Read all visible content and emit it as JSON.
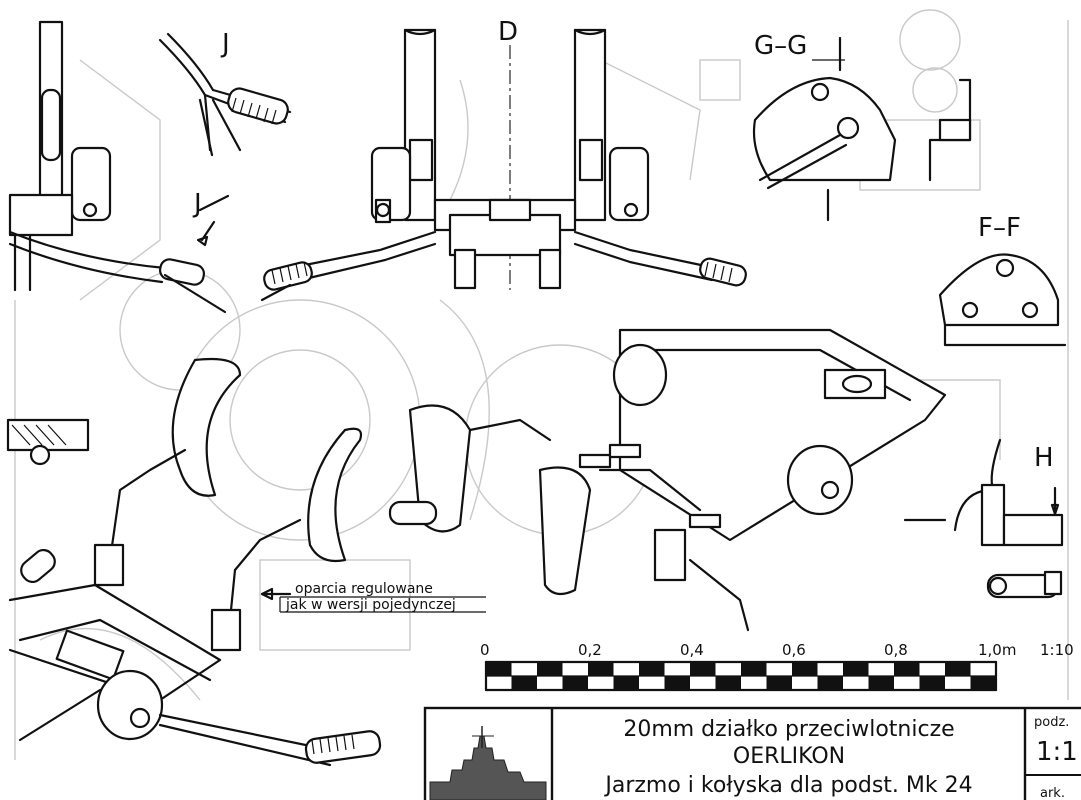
{
  "views": {
    "j_label": "J",
    "j_arrow_label": "J",
    "d_label": "D",
    "gg_label": "G–G",
    "ff_label": "F–F",
    "h_label": "H"
  },
  "annotation": {
    "line1": "oparcia regulowane",
    "line2": "jak w wersji pojedynczej"
  },
  "scale_bar": {
    "ticks": [
      "0",
      "0,2",
      "0,4",
      "0,6",
      "0,8",
      "1,0m"
    ],
    "ratio": "1:10"
  },
  "title_block": {
    "line1": "20mm działko przeciwlotnicze",
    "line2": "OERLIKON",
    "line3": "Jarzmo i kołyska dla podst. Mk 24",
    "podz_label": "podz.",
    "podz_value": "1:1",
    "ark_label": "ark."
  }
}
